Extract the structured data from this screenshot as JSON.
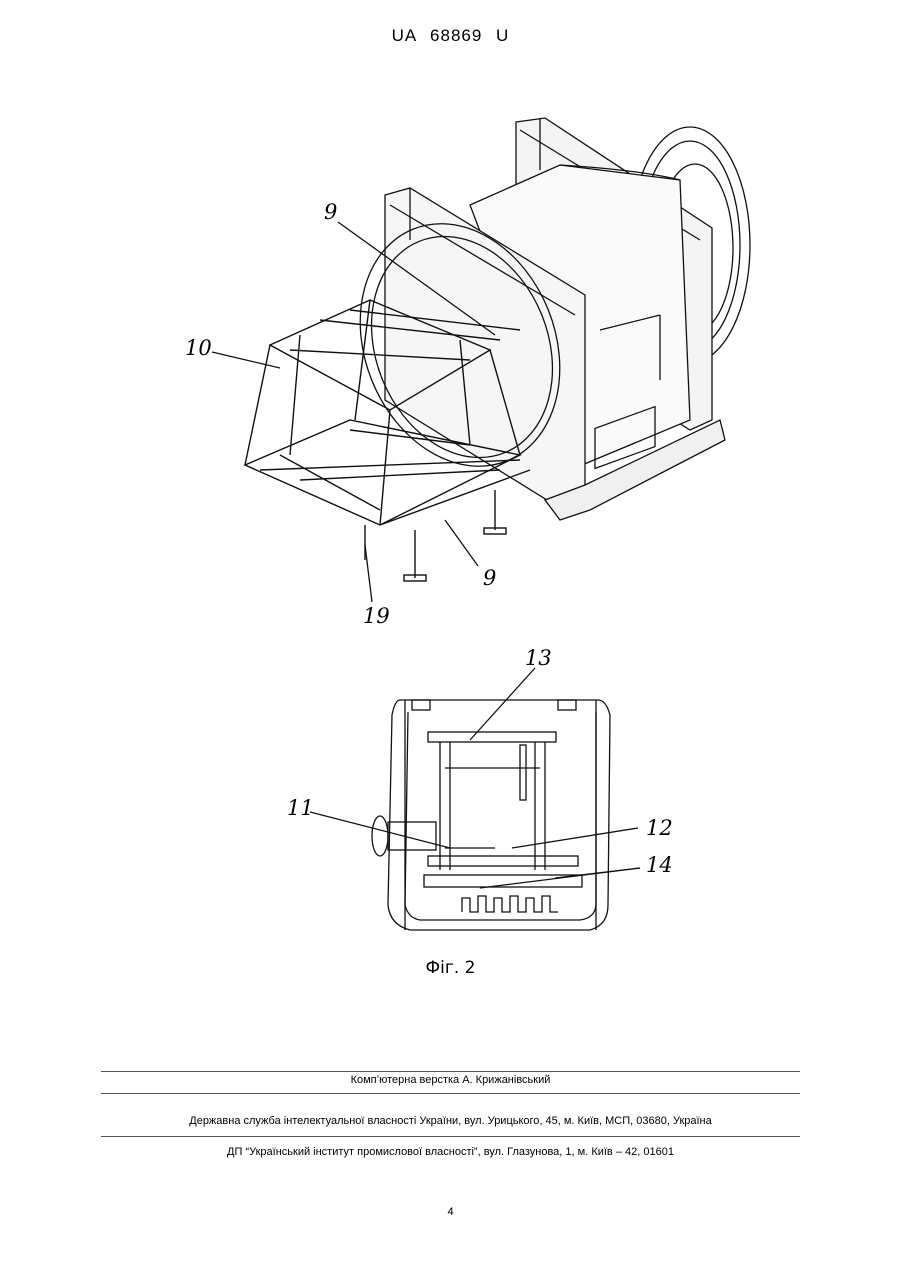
{
  "document": {
    "header": "UA 68869 U",
    "figure_caption": "Фіг. 2",
    "labels": {
      "l9_top": "9",
      "l10": "10",
      "l9_bottom": "9",
      "l19": "19",
      "l13": "13",
      "l11": "11",
      "l12": "12",
      "l14": "14"
    },
    "footer": {
      "layout": "Комп’ютерна верстка А. Крижанівський",
      "agency": "Державна служба інтелектуальної власності України, вул. Урицького, 45, м. Київ, МСП, 03680, Україна",
      "institute": "ДП “Український інститут промислової власності”, вул. Глазунова, 1, м. Київ – 42, 01601"
    },
    "page_number": "4"
  }
}
